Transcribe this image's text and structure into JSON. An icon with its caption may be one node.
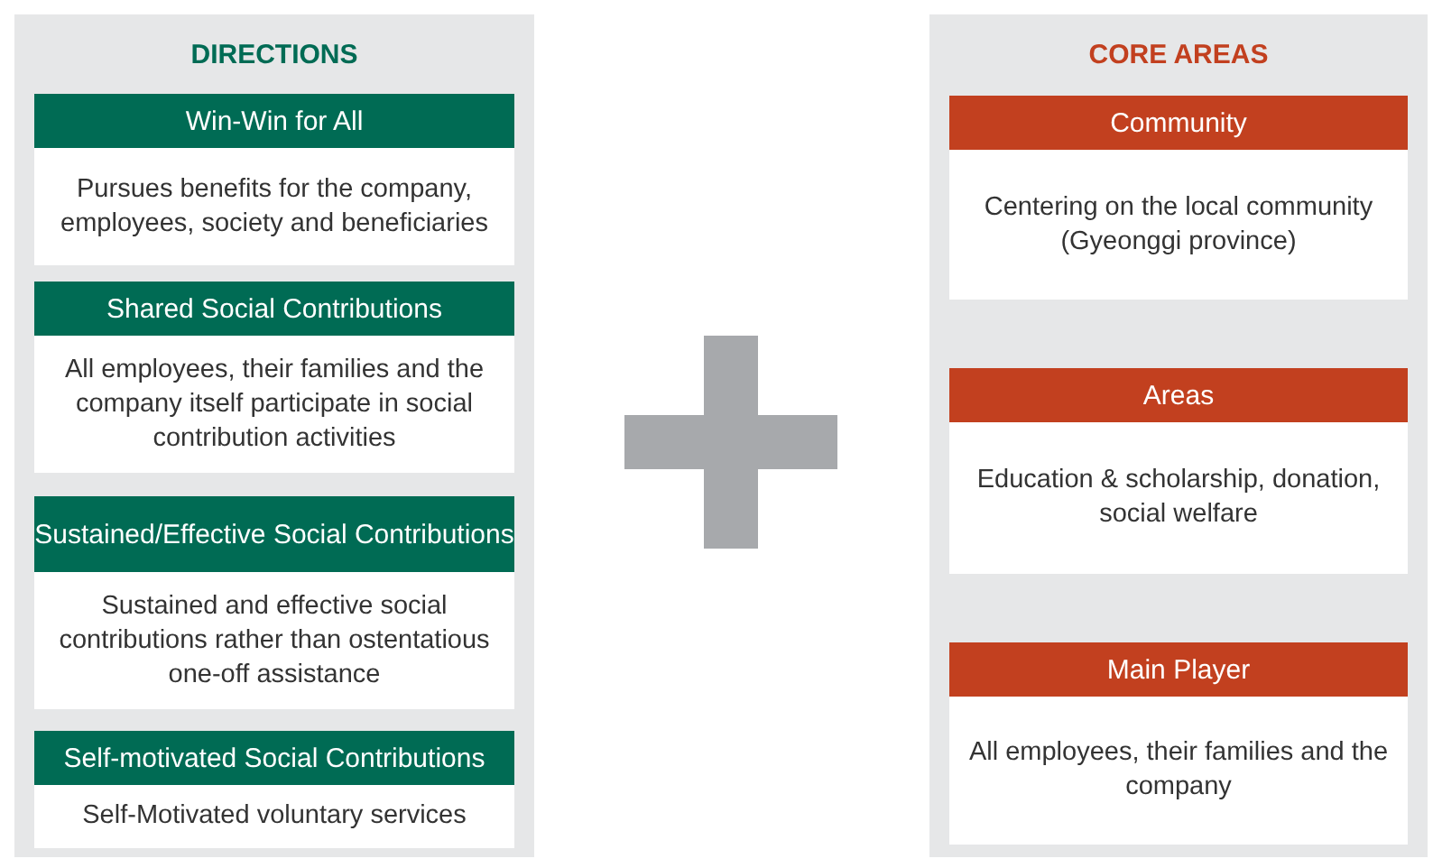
{
  "diagram": {
    "nodes": [
      {
        "text": [
          "DIRECTIONS"
        ]
      },
      {
        "text": [
          "Win-Win for All",
          "Pursues benefits for the company, employees, society and beneficiaries"
        ],
        "in": 0
      },
      {
        "text": [
          "Shared Social Contributions",
          "All employees, their families and the company itself participate in social contribution activities"
        ],
        "in": 0
      },
      {
        "text": [
          "Sustained/Effective Social Contributions",
          "Sustained and effective social contributions rather than ostentatious one-off assistance"
        ],
        "in": 0
      },
      {
        "text": [
          "Self-motivated Social Contributions",
          "Self-Motivated voluntary services"
        ],
        "in": 0
      },
      {
        "text": [
          "CORE AREAS"
        ]
      },
      {
        "text": [
          "Community",
          "Centering on the local community (Gyeonggi province)"
        ],
        "in": 5
      },
      {
        "text": [
          "Areas",
          "Education & scholarship, donation, social welfare"
        ],
        "in": 5
      },
      {
        "text": [
          "Main Player",
          "All employees, their families and the company"
        ],
        "in": 5
      }
    ],
    "edges": []
  }
}
